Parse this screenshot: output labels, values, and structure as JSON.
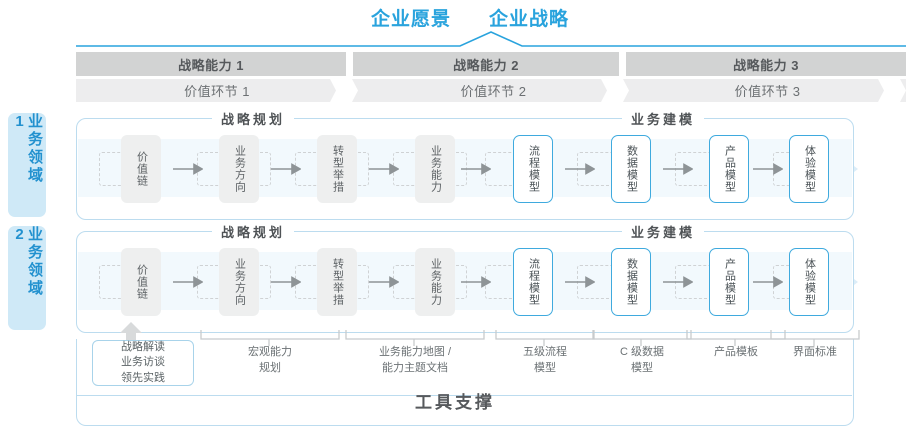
{
  "header": {
    "vision_label": "企业愿景",
    "strategy_label": "企业战略"
  },
  "colors": {
    "accent_blue": "#29a3dd",
    "node_blue_border": "#3faade",
    "capability_bar": "#d2d3d3",
    "value_bar": "#ededee",
    "domain_tag_bg": "#cfe9f7",
    "lane_border": "#bcdcef",
    "band_bg": "#f2f9fd",
    "gray_node": "#eeefef",
    "text_gray": "#5a5f63"
  },
  "capabilities": [
    {
      "label": "战略能力 1"
    },
    {
      "label": "战略能力 2"
    },
    {
      "label": "战略能力 3"
    }
  ],
  "value_stages": [
    {
      "label": "价值环节 1"
    },
    {
      "label": "价值环节 2"
    },
    {
      "label": "价值环节 3"
    }
  ],
  "domains": [
    {
      "label": "业务领域 1"
    },
    {
      "label": "业务领域 2"
    }
  ],
  "sections": {
    "planning": "战略规划",
    "modeling": "业务建模"
  },
  "flow_nodes": {
    "planning": [
      {
        "label": "价值链",
        "style": "gray"
      },
      {
        "label": "业务方向",
        "style": "gray"
      },
      {
        "label": "转型举措",
        "style": "gray"
      },
      {
        "label": "业务能力",
        "style": "gray"
      }
    ],
    "modeling": [
      {
        "label": "流程模型",
        "style": "blue"
      },
      {
        "label": "数据模型",
        "style": "blue"
      },
      {
        "label": "产品模型",
        "style": "blue"
      },
      {
        "label": "体验模型",
        "style": "blue"
      }
    ]
  },
  "tool_support": {
    "title": "工具支撑",
    "chip": "战略解读\n业务访谈\n领先实践",
    "labels": [
      {
        "text": "宏观能力\n规划"
      },
      {
        "text": "业务能力地图 /\n能力主题文档"
      },
      {
        "text": "五级流程\n模型"
      },
      {
        "text": "C 级数据\n模型"
      },
      {
        "text": "产品模板"
      },
      {
        "text": "界面标准"
      }
    ]
  }
}
